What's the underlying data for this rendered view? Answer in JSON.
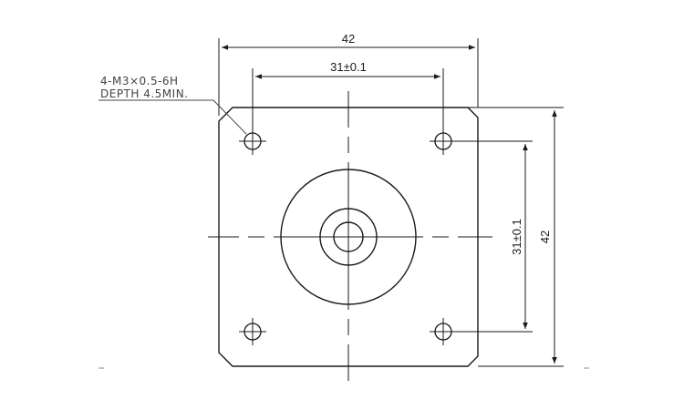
{
  "drawing": {
    "top_width_label": "42",
    "top_spacing_label": "31±0.1",
    "right_spacing_label": "31±0.1",
    "right_height_label": "42",
    "note_line1": "4-M3×0.5-6H",
    "note_line2": "DEPTH 4.5MIN."
  },
  "colors": {
    "line": "#1a1a1a",
    "note": "#444444",
    "background": "#ffffff"
  }
}
